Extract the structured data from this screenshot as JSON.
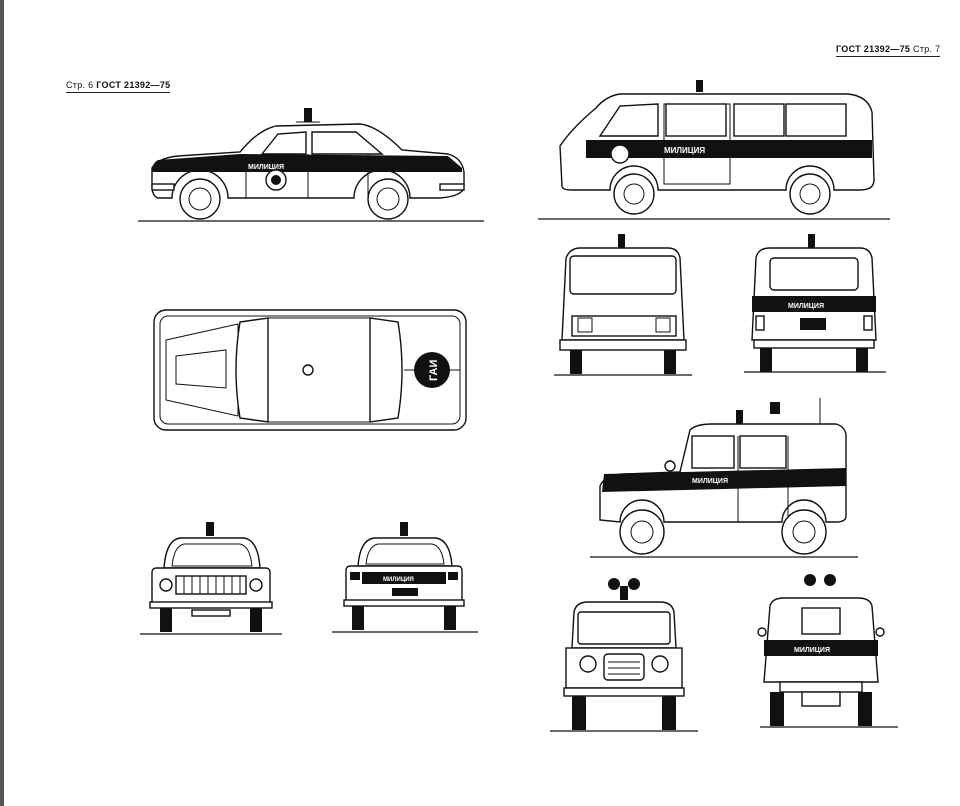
{
  "header_left": {
    "page": "Стр. 6",
    "doc": "ГОСТ 21392—75"
  },
  "header_right": {
    "doc": "ГОСТ 21392—75",
    "page": "Стр. 7"
  },
  "labels": {
    "militia": "МИЛИЦИЯ",
    "gai": "ГАИ"
  },
  "colors": {
    "ink": "#111111",
    "paper": "#ffffff"
  },
  "icons": [
    "siren-light",
    "police-emblem",
    "antenna",
    "roof-loudspeakers"
  ]
}
